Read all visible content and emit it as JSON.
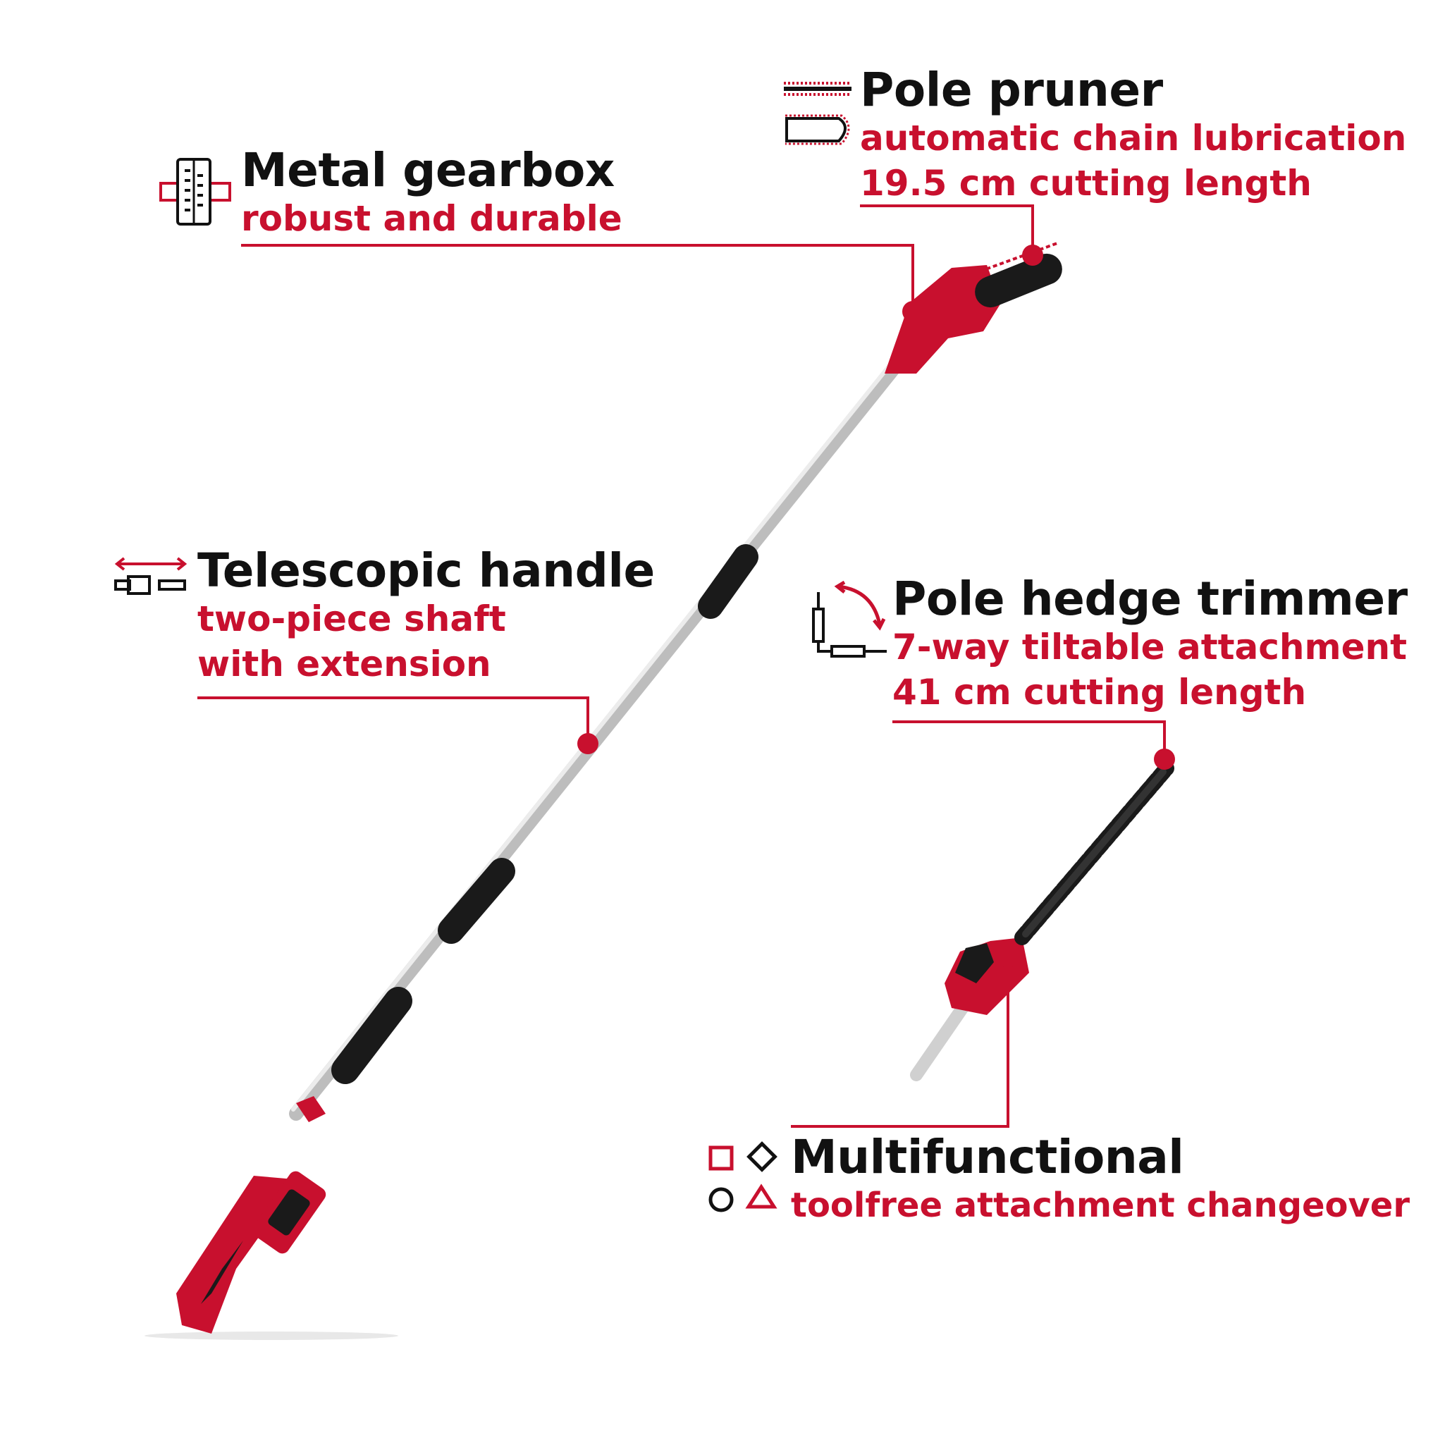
{
  "colors": {
    "accent": "#c8102e",
    "text": "#111111",
    "shaft": "#c9c9c9",
    "grip": "#1a1a1a"
  },
  "features": {
    "gearbox": {
      "icon": "gearbox-icon",
      "title": "Metal gearbox",
      "subtitle": [
        "robust and durable"
      ]
    },
    "pruner": {
      "icon": "chainsaw-bar-icon",
      "title": "Pole pruner",
      "subtitle": [
        "automatic chain lubrication",
        "19.5 cm cutting length"
      ]
    },
    "telescopic": {
      "icon": "telescopic-extend-icon",
      "title": "Telescopic handle",
      "subtitle": [
        "two-piece shaft",
        "with extension"
      ]
    },
    "hedge": {
      "icon": "tilt-angle-icon",
      "title": "Pole hedge trimmer",
      "subtitle": [
        "7-way tiltable attachment",
        "41 cm cutting length"
      ]
    },
    "multi": {
      "icon": "shapes-icon",
      "title": "Multifunctional",
      "subtitle": [
        "toolfree attachment changeover"
      ]
    }
  }
}
